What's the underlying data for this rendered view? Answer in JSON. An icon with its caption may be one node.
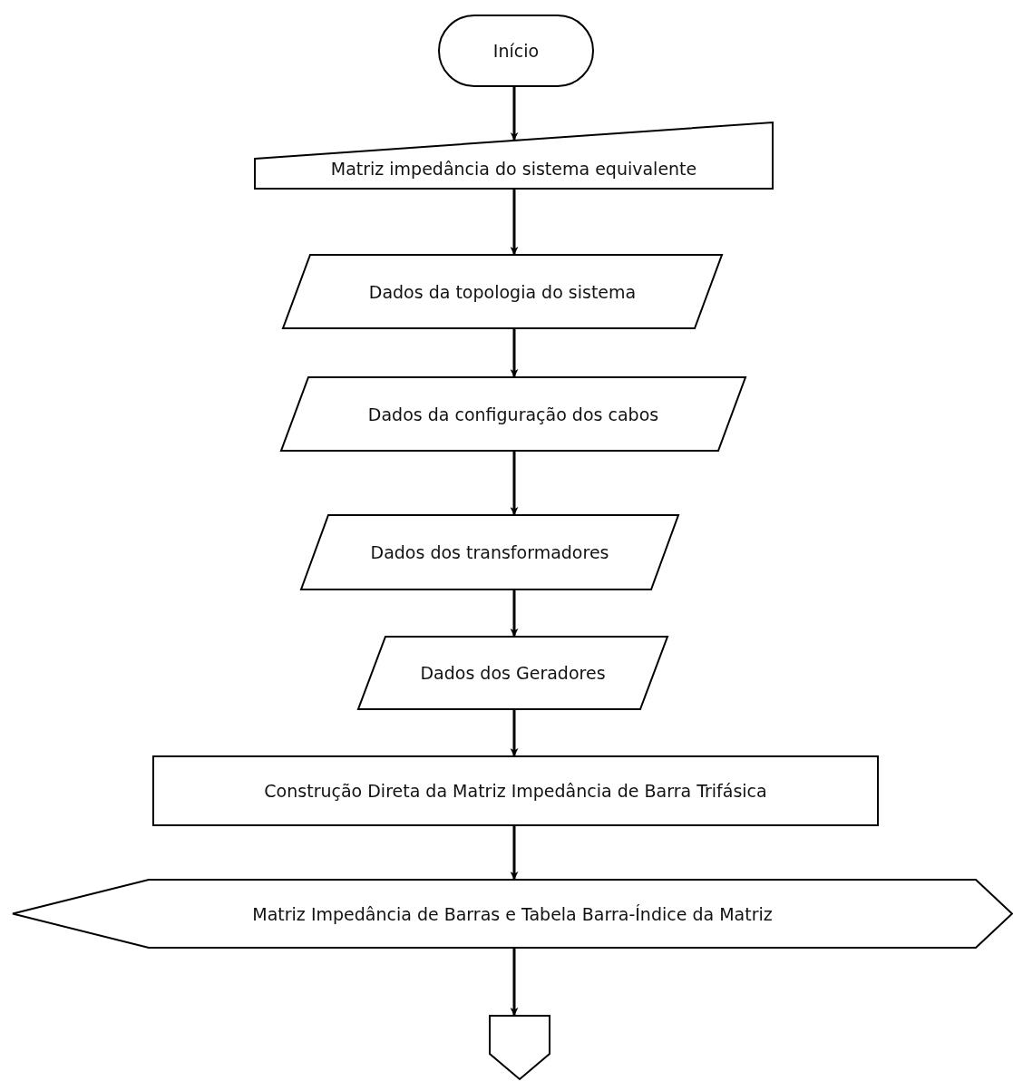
{
  "diagram": {
    "nodes": [
      {
        "text": [
          "Início"
        ]
      },
      {
        "text": [
          "Matriz impedância do sistema equivalente"
        ]
      },
      {
        "text": [
          "Dados da topologia do sistema"
        ]
      },
      {
        "text": [
          "Dados da configuração dos cabos"
        ]
      },
      {
        "text": [
          "Dados dos transformadores"
        ]
      },
      {
        "text": [
          "Dados dos Geradores"
        ]
      },
      {
        "text": [
          "Construção Direta da Matriz Impedância de Barra Trifásica"
        ]
      },
      {
        "text": [
          "Matriz Impedância de Barras e Tabela Barra-Índice da Matriz"
        ]
      },
      {
        "text": [],
        "shape": "pentagon"
      }
    ],
    "edges": [
      {
        "from": 0,
        "to": 1,
        "arrow": "to"
      },
      {
        "from": 1,
        "to": 2,
        "arrow": "to"
      },
      {
        "from": 2,
        "to": 3,
        "arrow": "to"
      },
      {
        "from": 3,
        "to": 4,
        "arrow": "to"
      },
      {
        "from": 4,
        "to": 5,
        "arrow": "to"
      },
      {
        "from": 5,
        "to": 6,
        "arrow": "to"
      },
      {
        "from": 6,
        "to": 7,
        "arrow": "to"
      },
      {
        "from": 7,
        "to": 8,
        "arrow": "to"
      }
    ]
  }
}
